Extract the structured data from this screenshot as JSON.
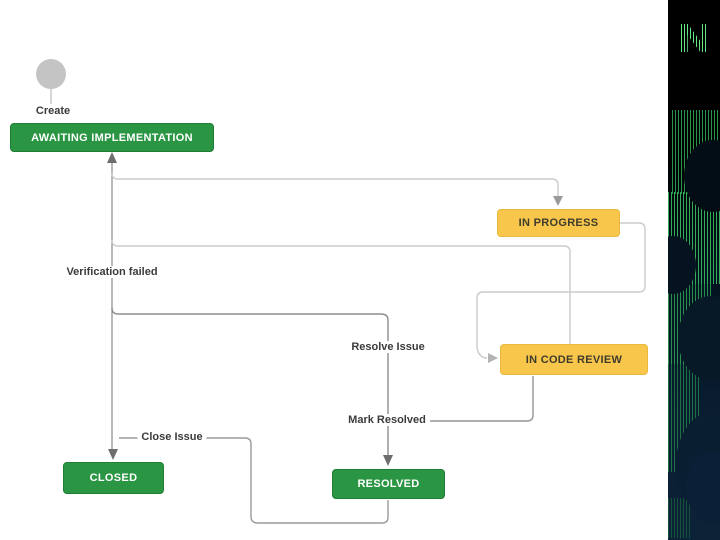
{
  "workflow": {
    "start_label": "Create",
    "nodes": [
      {
        "id": "awaiting-implementation",
        "label": "AWAITING IMPLEMENTATION",
        "status_color": "#2a9543"
      },
      {
        "id": "in-progress",
        "label": "IN PROGRESS",
        "status_color": "#f7c64a"
      },
      {
        "id": "in-code-review",
        "label": "IN CODE REVIEW",
        "status_color": "#f7c64a"
      },
      {
        "id": "resolved",
        "label": "RESOLVED",
        "status_color": "#2a9543"
      },
      {
        "id": "closed",
        "label": "CLOSED",
        "status_color": "#2a9543"
      }
    ],
    "transition_labels": [
      "Verification failed",
      "Resolve Issue",
      "Mark Resolved",
      "Close Issue"
    ]
  },
  "colors": {
    "status_green": "#2a9543",
    "status_green_border": "#1f7e35",
    "status_yellow": "#f7c64a",
    "status_yellow_text": "#3f3b2d",
    "connector_light": "#cbcbcb",
    "connector_mid": "#9a9a9a",
    "arrowhead_dark": "#6e6e6e",
    "label_text": "#3b3b3b",
    "start_circle": "#c4c4c4",
    "art_green": "#38bf62",
    "art_background": "#04131f"
  },
  "side_art": {
    "name": "matrix-code-art"
  }
}
